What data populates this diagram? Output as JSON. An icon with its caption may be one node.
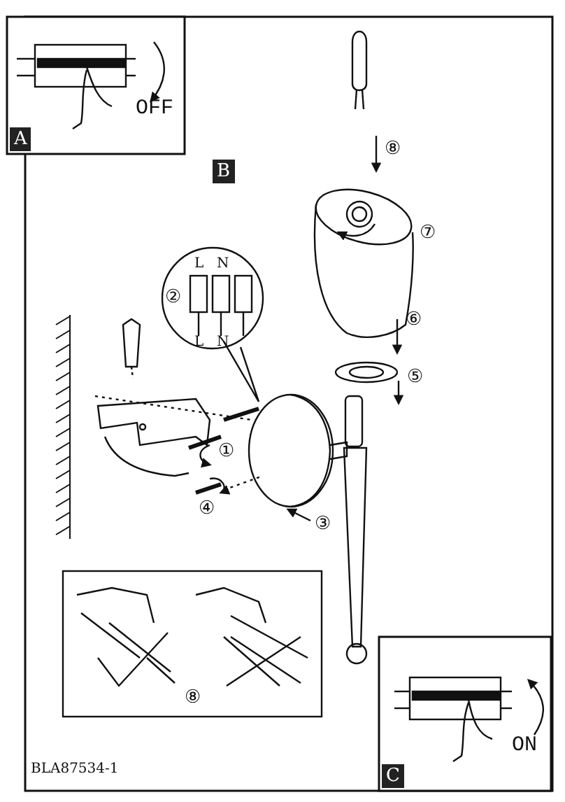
{
  "diagram": {
    "labels": [
      "OFF",
      "A",
      "B",
      "⑧",
      "⑦",
      "L",
      "N",
      "②",
      "L",
      "N",
      "⑥",
      "⑤",
      "①",
      "④",
      "③",
      "⑧",
      "ON",
      "C",
      "BLA87534-1"
    ]
  }
}
